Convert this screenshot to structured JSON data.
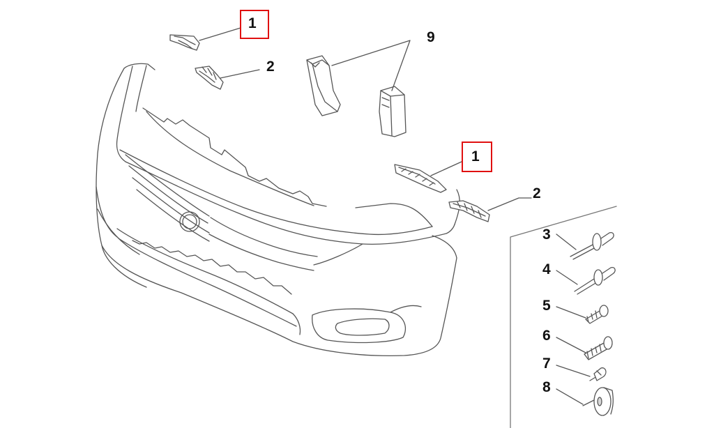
{
  "diagram": {
    "callouts": [
      {
        "id": "c1a",
        "text": "1",
        "highlighted": true
      },
      {
        "id": "c2a",
        "text": "2",
        "highlighted": false
      },
      {
        "id": "c9",
        "text": "9",
        "highlighted": false
      },
      {
        "id": "c1b",
        "text": "1",
        "highlighted": true
      },
      {
        "id": "c2b",
        "text": "2",
        "highlighted": false
      },
      {
        "id": "c3",
        "text": "3",
        "highlighted": false
      },
      {
        "id": "c4",
        "text": "4",
        "highlighted": false
      },
      {
        "id": "c5",
        "text": "5",
        "highlighted": false
      },
      {
        "id": "c6",
        "text": "6",
        "highlighted": false
      },
      {
        "id": "c7",
        "text": "7",
        "highlighted": false
      },
      {
        "id": "c8",
        "text": "8",
        "highlighted": false
      }
    ],
    "colors": {
      "line": "#555555",
      "highlight": "#e01010",
      "text": "#111111",
      "fill": "#ffffff",
      "shade": "#d8d8d8"
    },
    "parts": [
      "front-bumper",
      "grille",
      "bracket-1-left",
      "bracket-2-left",
      "spacer-9-left",
      "spacer-9-right",
      "bracket-1-right",
      "bracket-2-right",
      "rivet-3",
      "rivet-4",
      "screw-5",
      "screw-6",
      "clip-7",
      "push-pin-8"
    ]
  }
}
